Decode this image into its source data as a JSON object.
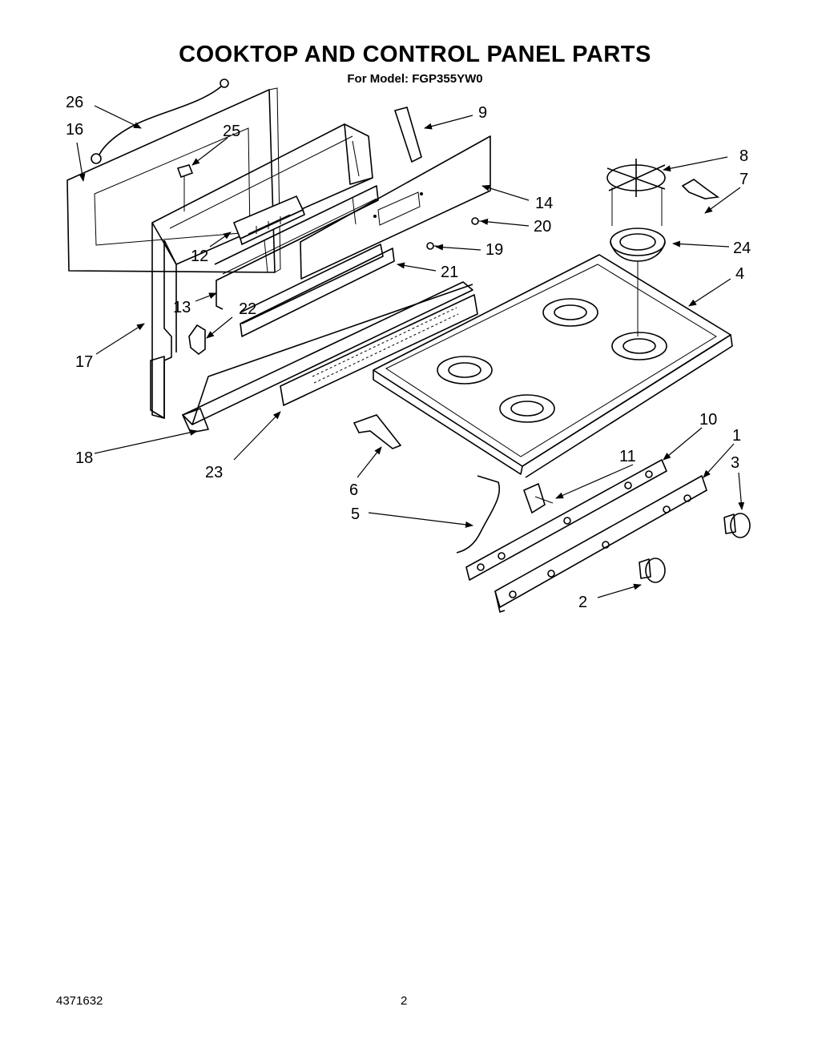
{
  "title": "COOKTOP AND CONTROL PANEL PARTS",
  "subtitle": "For Model: FGP355YW0",
  "footer": {
    "document_number": "4371632",
    "page_number": "2"
  },
  "callouts": [
    "1",
    "2",
    "3",
    "4",
    "5",
    "6",
    "7",
    "8",
    "9",
    "10",
    "11",
    "12",
    "13",
    "14",
    "16",
    "17",
    "18",
    "19",
    "20",
    "21",
    "22",
    "23",
    "24",
    "25",
    "26"
  ]
}
